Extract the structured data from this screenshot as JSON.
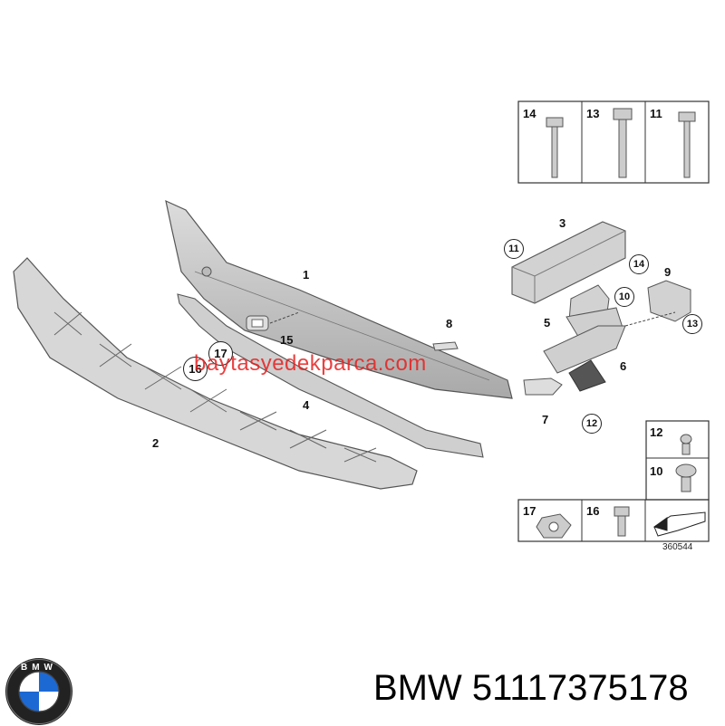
{
  "diagram": {
    "callouts": [
      "1",
      "2",
      "3",
      "4",
      "5",
      "6",
      "7",
      "8",
      "9",
      "15"
    ],
    "circled_callouts": [
      "11",
      "14",
      "10",
      "13",
      "12",
      "17",
      "16"
    ],
    "parts_boxes": {
      "top": [
        "14",
        "13",
        "11"
      ],
      "right": [
        "12",
        "10"
      ],
      "bottom": [
        "17",
        "16"
      ]
    },
    "reference_number": "360544"
  },
  "watermark": "baytasyedekparca.com",
  "brand": {
    "logo_letters": "BMW",
    "part_text": "BMW 51117375178"
  },
  "colors": {
    "part_fill": "#c9c9c9",
    "part_stroke": "#555555",
    "watermark": "#e61e1e",
    "bmw_blue": "#1c69d4"
  }
}
